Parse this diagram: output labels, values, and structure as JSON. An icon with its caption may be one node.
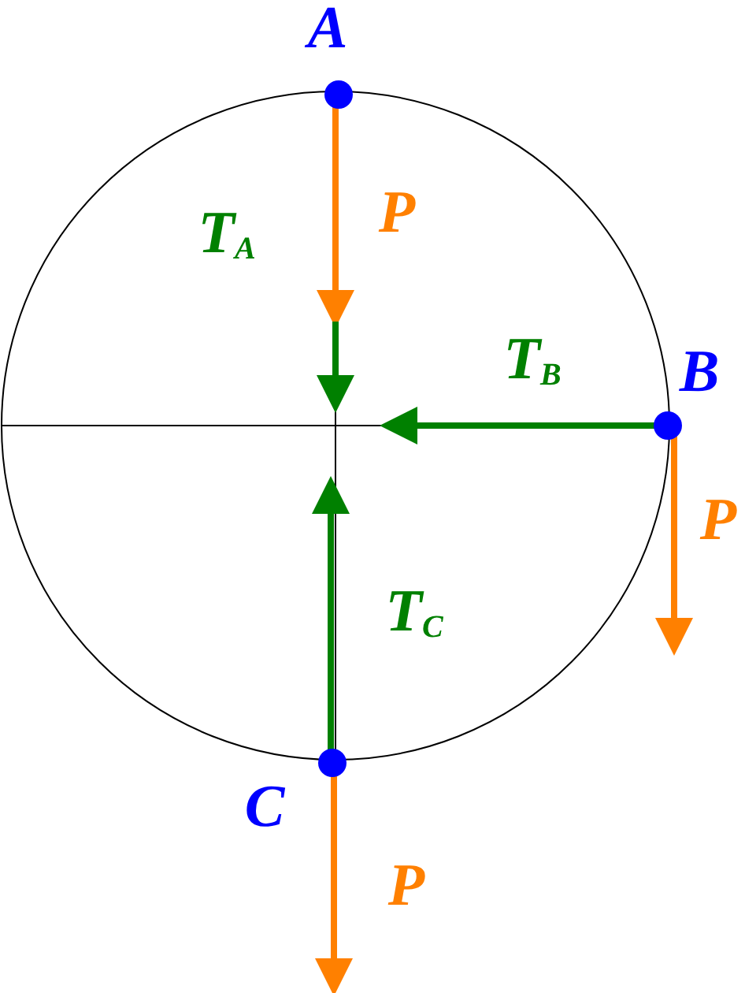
{
  "diagram": {
    "labels": [
      "A",
      "T$_{A}$",
      "P",
      "B",
      "T$_{B}$",
      "P",
      "T$_{C}$",
      "C",
      "P"
    ]
  }
}
